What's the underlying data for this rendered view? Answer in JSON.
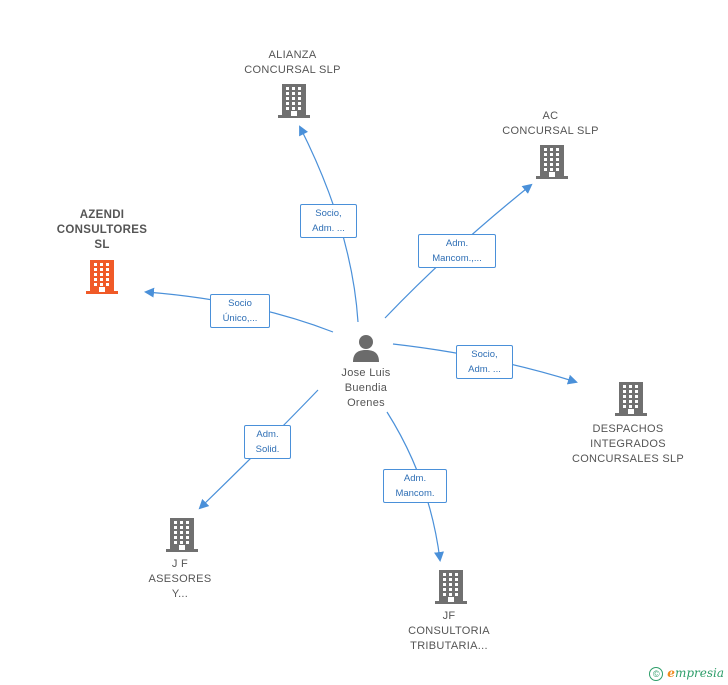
{
  "center": {
    "lines": [
      "Jose Luis",
      "Buendia",
      "Orenes"
    ],
    "icon": "person-icon"
  },
  "nodes": [
    {
      "id": "alianza",
      "lines": [
        "ALIANZA",
        "CONCURSAL SLP"
      ],
      "icon": "building-icon",
      "color": "#707070"
    },
    {
      "id": "ac",
      "lines": [
        "AC",
        "CONCURSAL SLP"
      ],
      "icon": "building-icon",
      "color": "#707070"
    },
    {
      "id": "azendi",
      "lines": [
        "AZENDI",
        "CONSULTORES",
        "SL"
      ],
      "icon": "building-icon",
      "color": "#f05a28",
      "focus": true
    },
    {
      "id": "despachos",
      "lines": [
        "DESPACHOS",
        "INTEGRADOS",
        "CONCURSALES SLP"
      ],
      "icon": "building-icon",
      "color": "#707070"
    },
    {
      "id": "jf-asesores",
      "lines": [
        "J F",
        "ASESORES",
        "Y..."
      ],
      "icon": "building-icon",
      "color": "#707070"
    },
    {
      "id": "jf-consultoria",
      "lines": [
        "JF",
        "CONSULTORIA",
        "TRIBUTARIA..."
      ],
      "icon": "building-icon",
      "color": "#707070"
    }
  ],
  "edges": [
    {
      "to": "alianza",
      "lines": [
        "Socio,",
        "Adm. ..."
      ]
    },
    {
      "to": "ac",
      "lines": [
        "Adm.",
        "Mancom.,..."
      ]
    },
    {
      "to": "azendi",
      "lines": [
        "Socio",
        "Único,..."
      ]
    },
    {
      "to": "despachos",
      "lines": [
        "Socio,",
        "Adm. ..."
      ]
    },
    {
      "to": "jf-asesores",
      "lines": [
        "Adm.",
        "Solid."
      ]
    },
    {
      "to": "jf-consultoria",
      "lines": [
        "Adm.",
        "Mancom."
      ]
    }
  ],
  "colors": {
    "edge": "#4a90d9",
    "building": "#707070",
    "focus_building": "#f05a28",
    "person": "#6b6b6b"
  },
  "footer": {
    "copyright_symbol": "©",
    "brand_e": "e",
    "brand_rest": "mpresia"
  }
}
